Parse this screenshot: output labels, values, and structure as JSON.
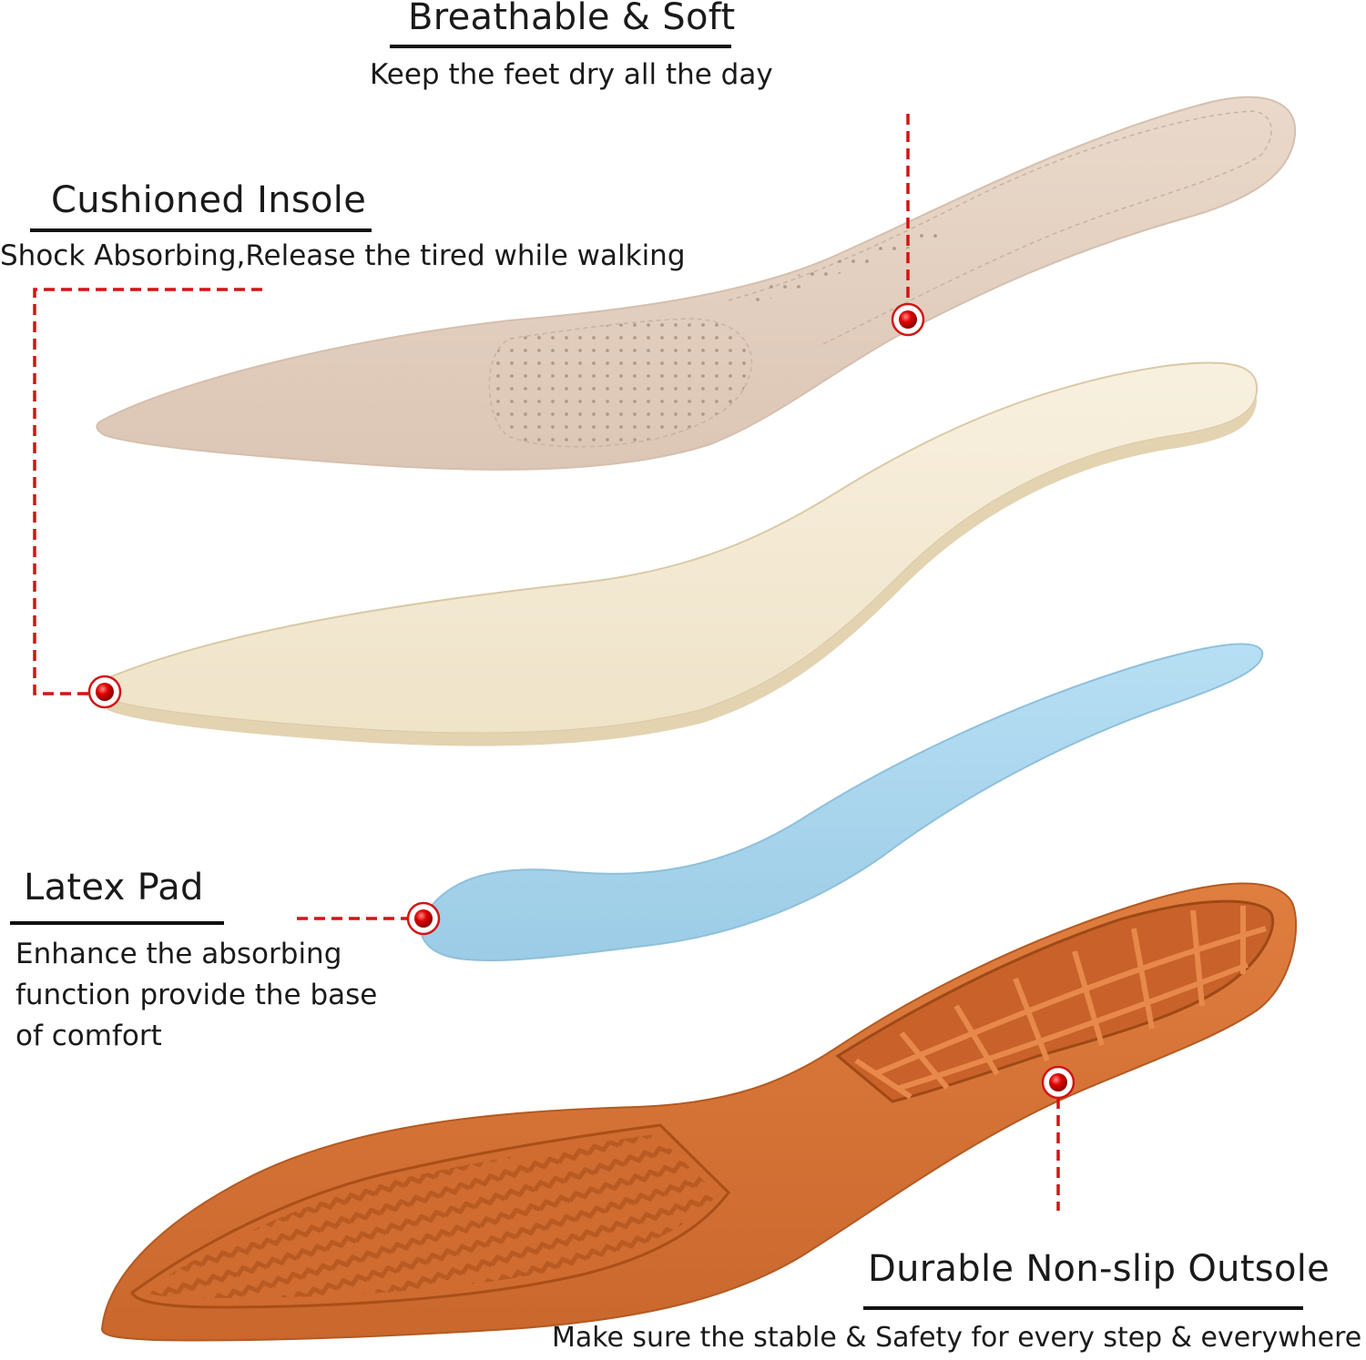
{
  "colors": {
    "top_layer": "#e6d3c4",
    "cushion_layer": "#f5ecd8",
    "latex_layer": "#a9d6ee",
    "outsole_layer": "#d9773a",
    "callout_line": "#d21414",
    "callout_dot": "#e10000"
  },
  "features": {
    "breathable": {
      "title": "Breathable & Soft",
      "subtitle": "Keep the feet dry all the day"
    },
    "cushioned": {
      "title": "Cushioned Insole",
      "subtitle": "Shock Absorbing,Release the tired while walking"
    },
    "latex": {
      "title": "Latex Pad",
      "lines": [
        "Enhance the absorbing",
        "function provide the base",
        "of comfort"
      ]
    },
    "outsole": {
      "title": "Durable Non-slip Outsole",
      "subtitle": "Make sure the stable & Safety for every step & everywhere"
    }
  }
}
